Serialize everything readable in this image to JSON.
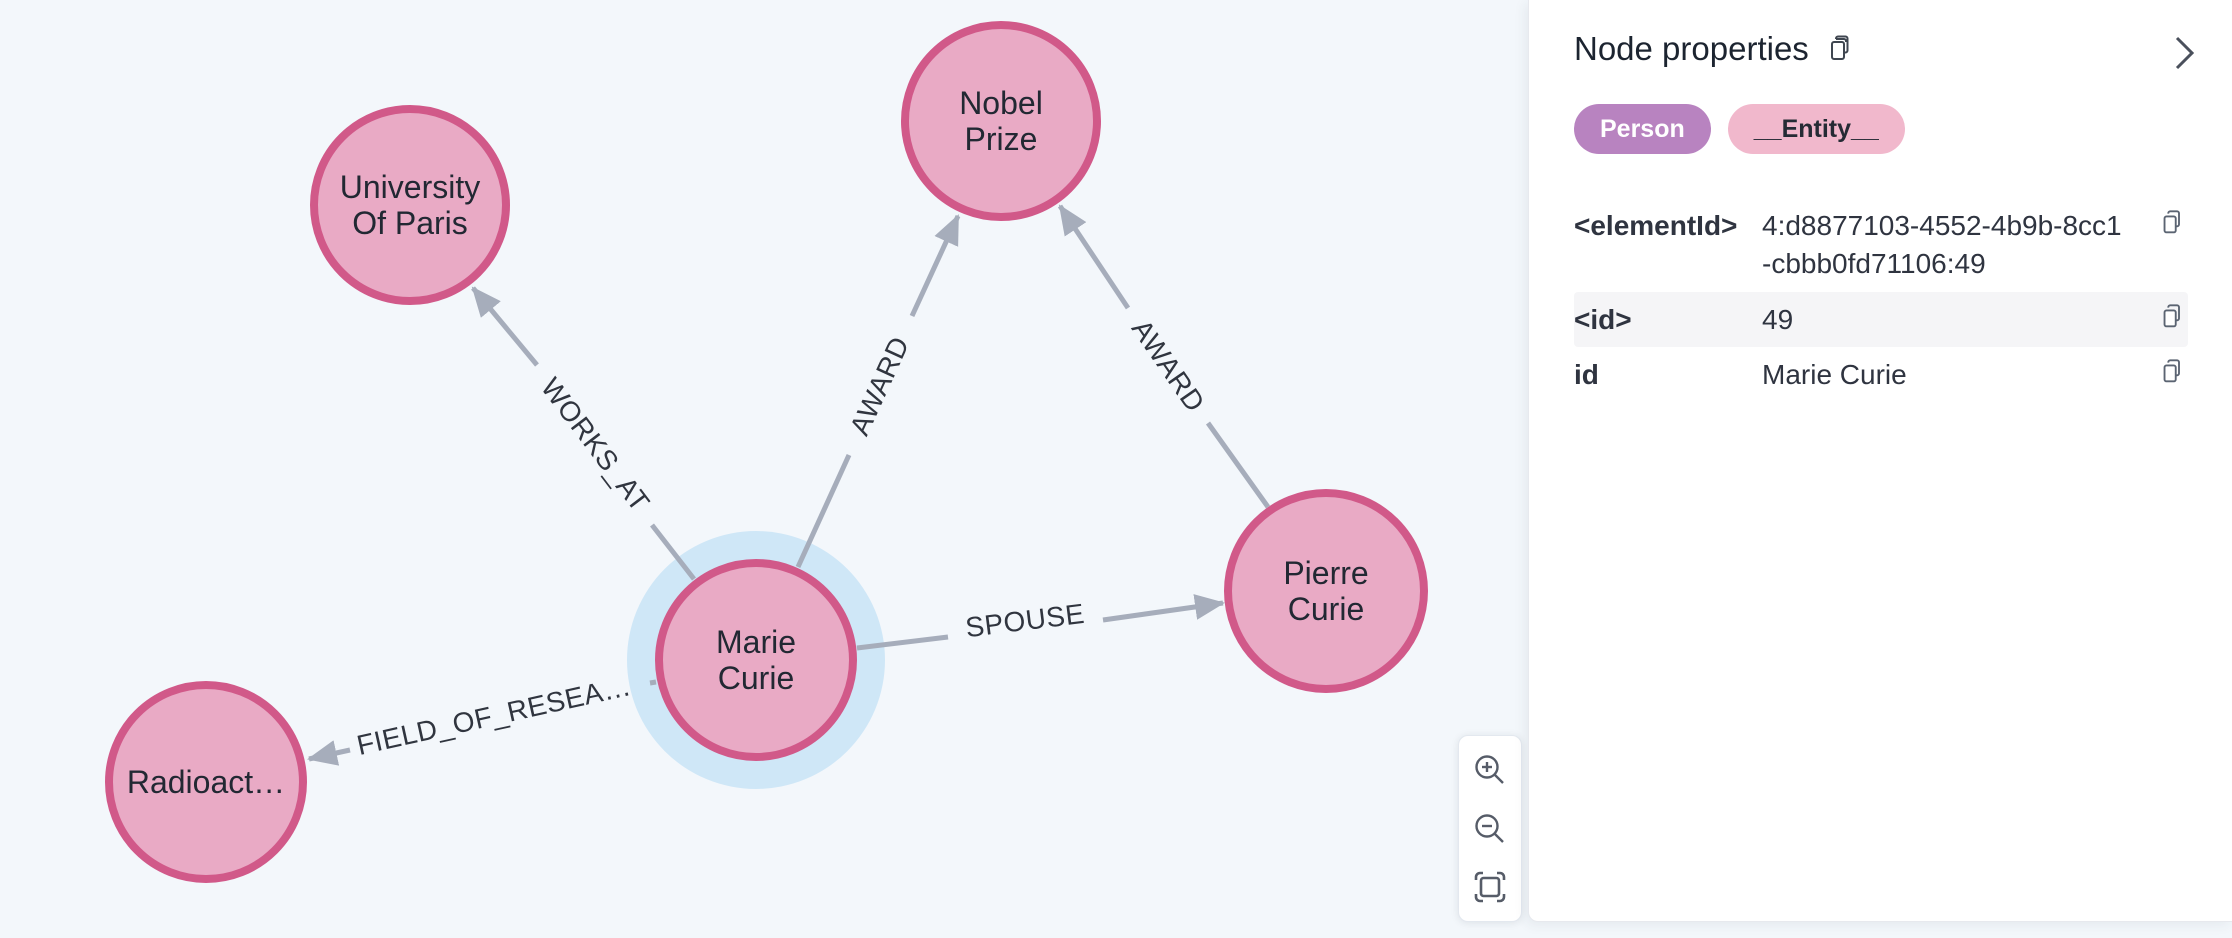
{
  "graph": {
    "colors": {
      "background": "#f3f7fb",
      "node_fill": "#e9aac5",
      "node_stroke": "#d15989",
      "selection_halo": "#cfe7f7",
      "edge": "#a6adbb",
      "node_text": "#222833",
      "edge_text": "#30353f"
    },
    "nodes": [
      {
        "name": "university-of-paris",
        "line1": "University",
        "line2": "Of Paris"
      },
      {
        "name": "nobel-prize",
        "line1": "Nobel",
        "line2": "Prize"
      },
      {
        "name": "marie-curie",
        "line1": "Marie",
        "line2": "Curie",
        "selected": true
      },
      {
        "name": "pierre-curie",
        "line1": "Pierre",
        "line2": "Curie"
      },
      {
        "name": "radioactivity",
        "line1": "Radioact…"
      }
    ],
    "edges": [
      {
        "label": "WORKS_AT"
      },
      {
        "label": "AWARD"
      },
      {
        "label": "AWARD"
      },
      {
        "label": "SPOUSE"
      },
      {
        "label": "FIELD_OF_RESEA…"
      }
    ]
  },
  "side_panel": {
    "title": "Node properties",
    "node_labels": [
      {
        "text": "Person",
        "bg": "#b883c0",
        "fg": "#ffffff"
      },
      {
        "text": "__Entity__",
        "bg": "#f1b8cc",
        "fg": "#262b35"
      }
    ],
    "properties": [
      {
        "key": "<elementId>",
        "value": "4:d8877103-4552-4b9b-8cc1-cbbb0fd71106:49"
      },
      {
        "key": "<id>",
        "value": "49"
      },
      {
        "key": "id",
        "value": "Marie Curie"
      }
    ]
  },
  "zoom_controls": {
    "zoom_in": "zoom-in",
    "zoom_out": "zoom-out",
    "fit": "fit-to-screen"
  }
}
